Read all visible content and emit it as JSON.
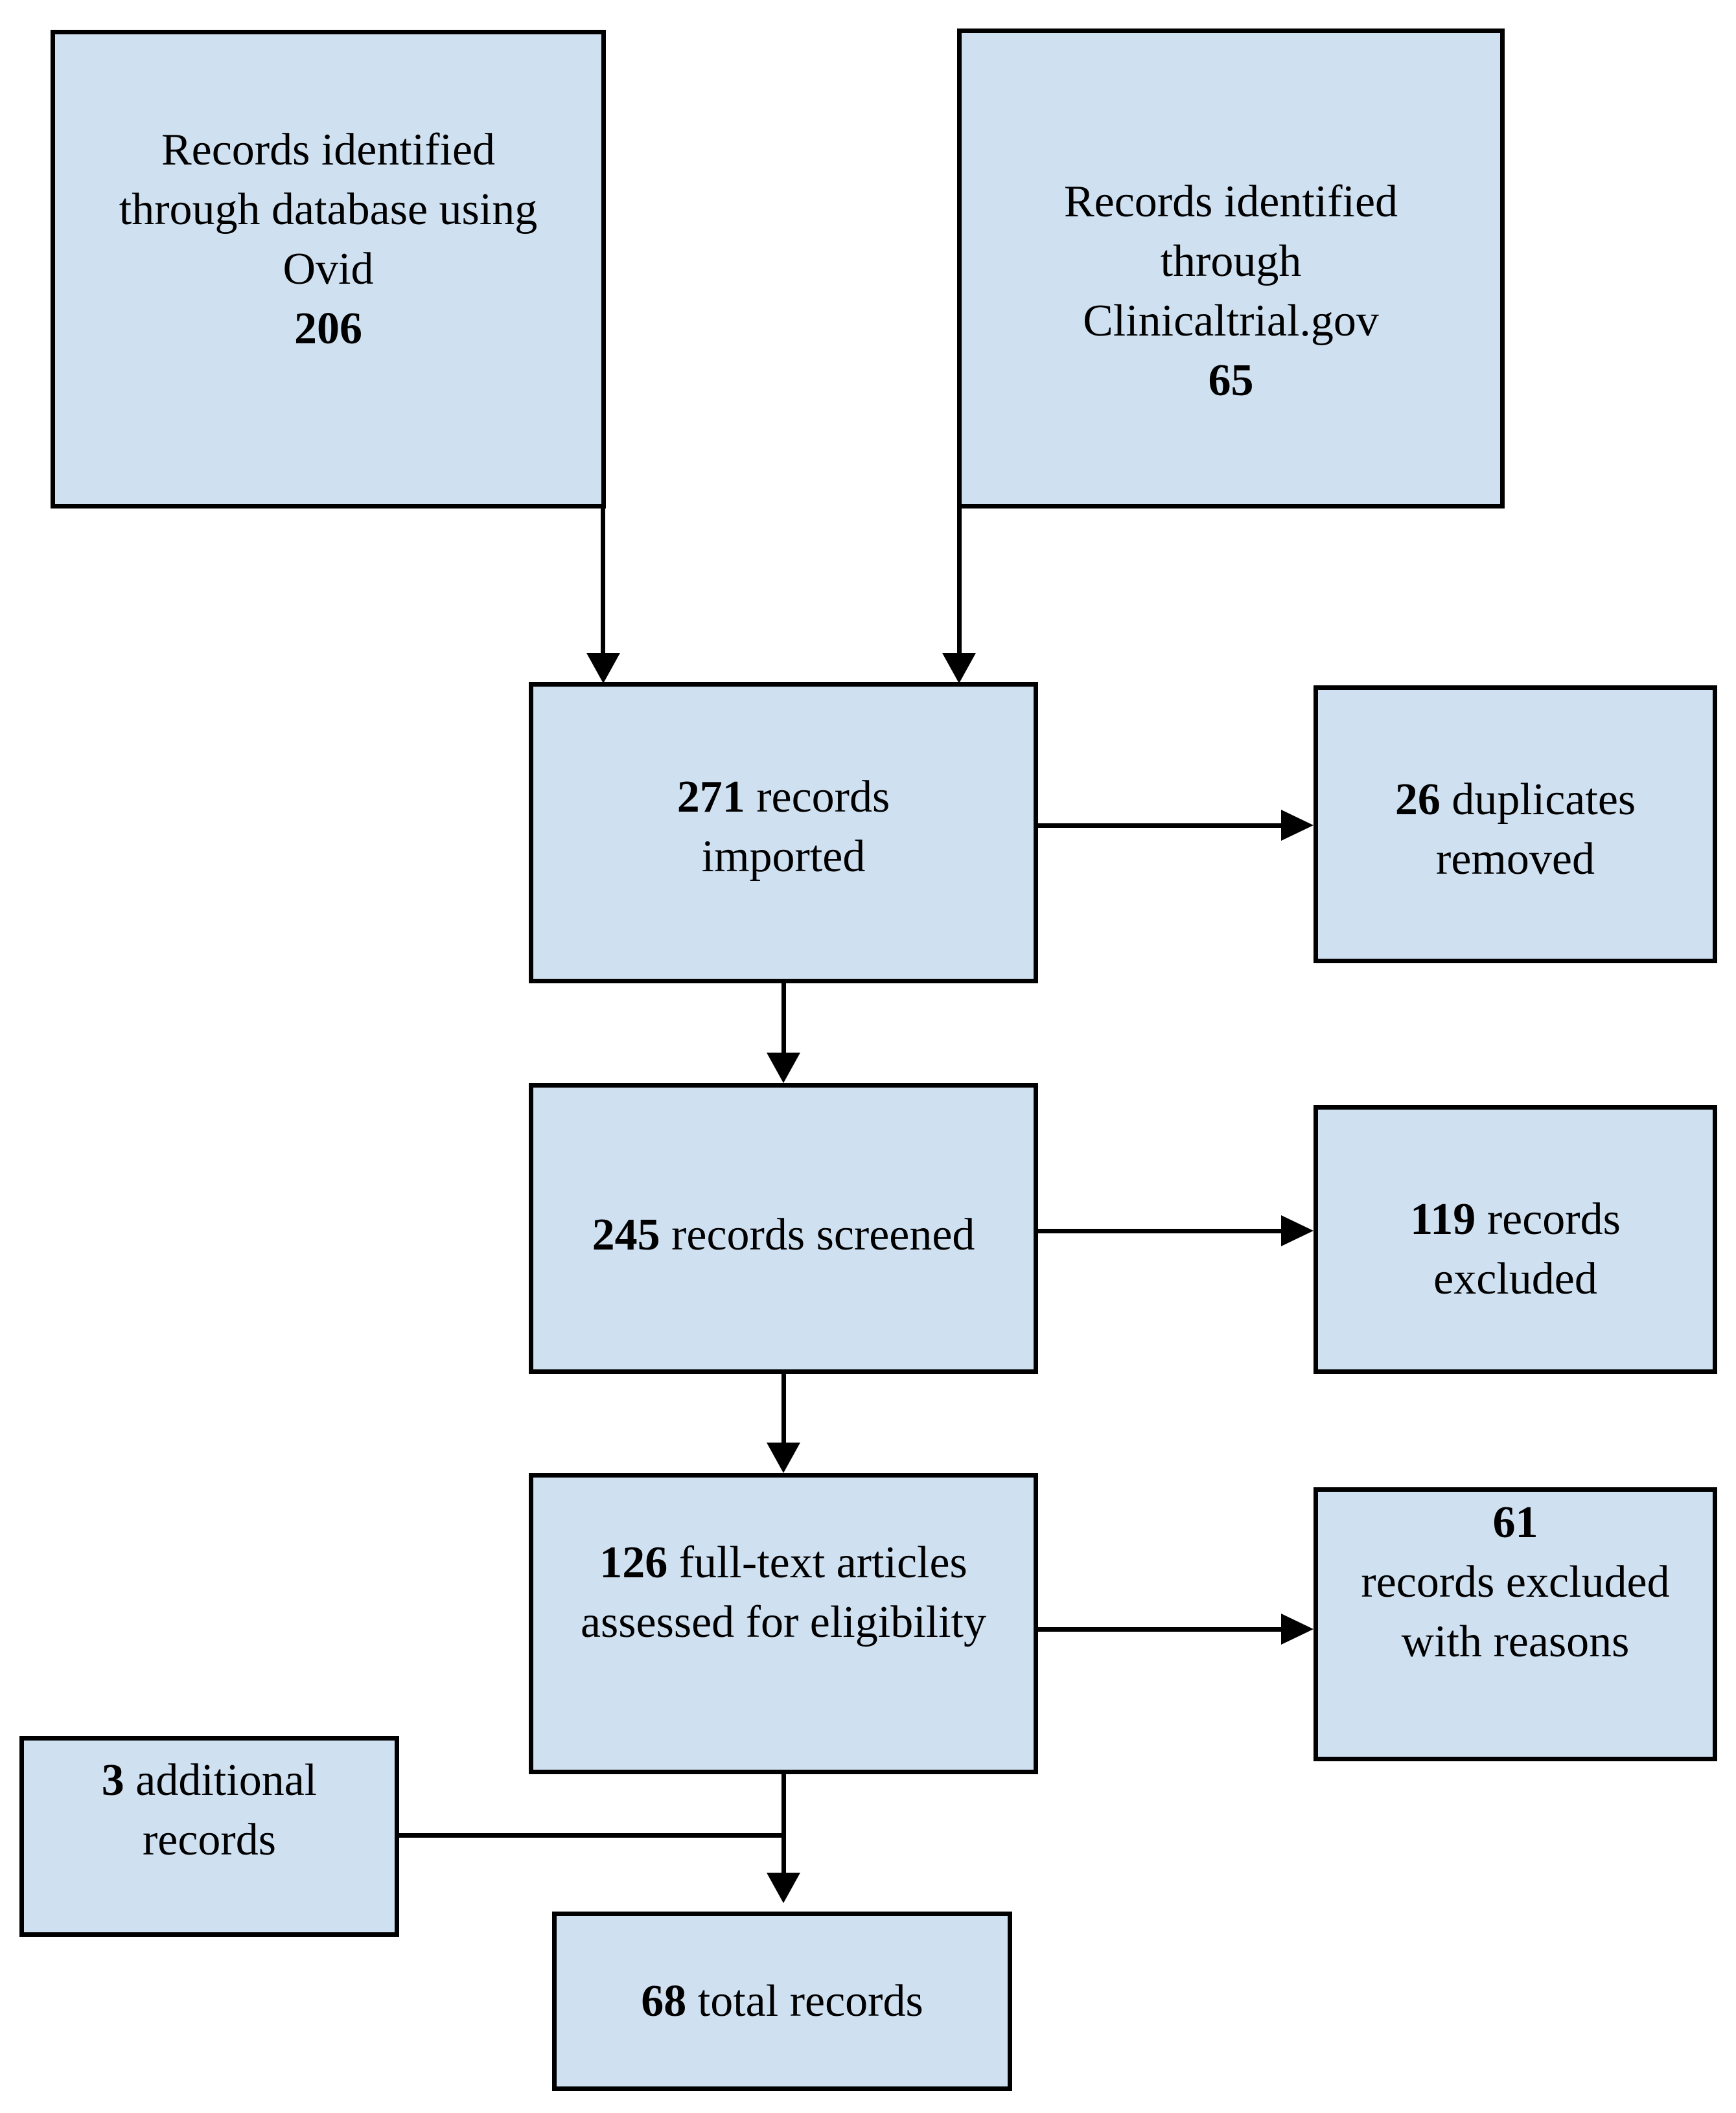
{
  "style": {
    "background": "#ffffff",
    "box_fill": "#cfe0f1",
    "box_border": "#000000",
    "line_color": "#000000",
    "text_color": "#000000"
  },
  "boxes": {
    "ovid": {
      "line1": "Records identified",
      "line2": "through database using",
      "line3": "Ovid",
      "count": "206"
    },
    "clinicaltrial": {
      "line1": "Records identified",
      "line2": "through",
      "line3": "Clinicaltrial.gov",
      "count": "65"
    },
    "imported": {
      "count": "271",
      "rest": " records",
      "line2": "imported"
    },
    "duplicates": {
      "count": "26",
      "rest": " duplicates",
      "line2": "removed"
    },
    "screened": {
      "count": "245",
      "rest": " records screened"
    },
    "excluded": {
      "count": "119",
      "rest": " records",
      "line2": "excluded"
    },
    "fulltext": {
      "count": "126",
      "rest": " full-text articles",
      "line2": "assessed for eligibility"
    },
    "excluded_reasons": {
      "count": "61",
      "line2": "records excluded",
      "line3": "with reasons"
    },
    "additional": {
      "count": "3",
      "rest": " additional",
      "line2": "records"
    },
    "total": {
      "count": "68",
      "rest": " total records"
    }
  }
}
